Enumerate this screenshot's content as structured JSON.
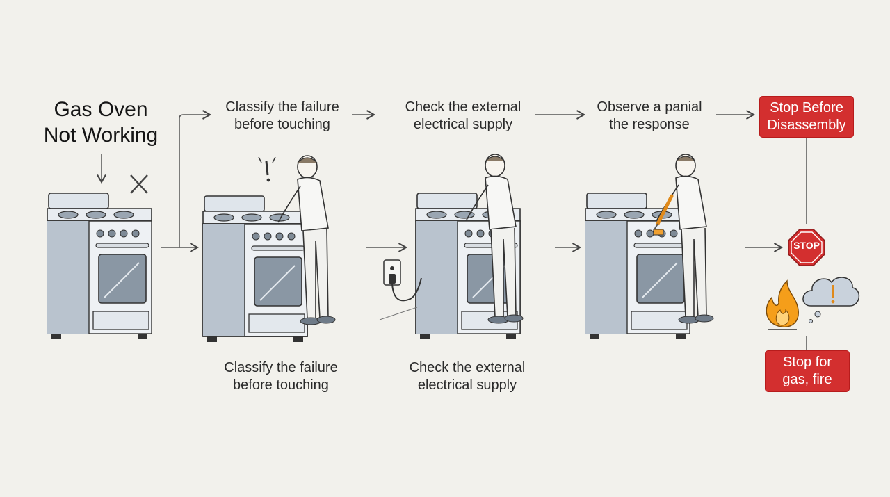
{
  "title": "Gas Oven\nNot Working",
  "steps_top": [
    "Classify the failure\nbefore touching",
    "Check the external\nelectrical supply",
    "Observe a panial\nthe response"
  ],
  "steps_bottom": [
    "Classify the failure\nbefore touching",
    "Check the external\nelectrical supply"
  ],
  "stop_before": "Stop Before\nDisassembly",
  "stop_sign": "STOP",
  "stop_for": "Stop for\ngas, fire",
  "colors": {
    "warning_red": "#d32f2f",
    "oven_body": "#c9d2dc",
    "flame": "#f59e1a"
  }
}
